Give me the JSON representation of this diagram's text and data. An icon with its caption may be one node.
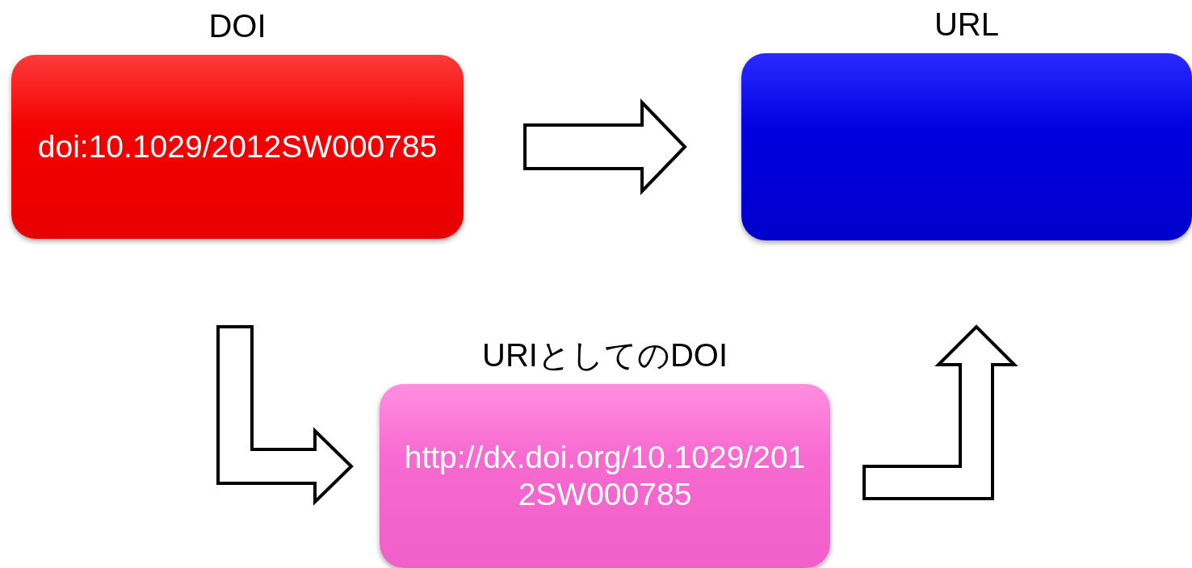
{
  "diagram": {
    "nodes": [
      {
        "text": [
          "DOI",
          "doi:10.1029/2012SW000785"
        ]
      },
      {
        "text": [
          "URL"
        ]
      },
      {
        "text": [
          "URIとしてのDOI",
          "http://dx.doi.org/10.1029/2012SW000785"
        ]
      }
    ],
    "edges": [
      {
        "from": 0,
        "to": 1,
        "arrow": "to"
      },
      {
        "from": 0,
        "to": 2,
        "arrow": "to"
      },
      {
        "from": 2,
        "to": 1,
        "arrow": "to"
      }
    ]
  }
}
